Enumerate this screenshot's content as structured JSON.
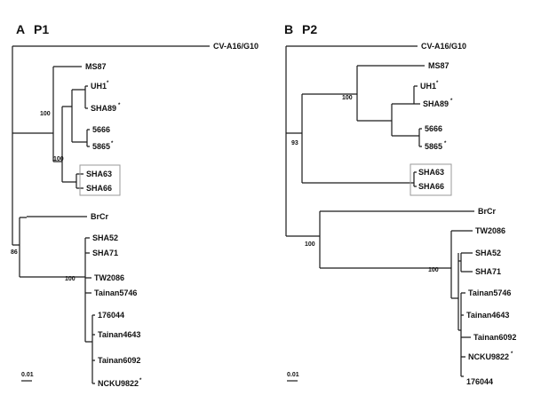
{
  "panels": [
    {
      "letter": "A",
      "title": "P1",
      "scale_label": "0.01",
      "leaves": {
        "cv": "CV-A16/G10",
        "ms87": "MS87",
        "uh1": "UH1",
        "sha89": "SHA89",
        "n5666": "5666",
        "n5865": "5865",
        "sha63": "SHA63",
        "sha66": "SHA66",
        "brcr": "BrCr",
        "sha52": "SHA52",
        "sha71": "SHA71",
        "tw2086": "TW2086",
        "tainan5746": "Tainan5746",
        "n176044": "176044",
        "tainan4643": "Tainan4643",
        "tainan6092": "Tainan6092",
        "ncku9822": "NCKU9822"
      },
      "starred": [
        "uh1",
        "sha89",
        "n5865",
        "ncku9822"
      ],
      "bootstrap": {
        "b1": "100",
        "b2": "100",
        "b3": "86",
        "b4": "100"
      }
    },
    {
      "letter": "B",
      "title": "P2",
      "scale_label": "0.01",
      "leaves": {
        "cv": "CV-A16/G10",
        "ms87": "MS87",
        "uh1": "UH1",
        "sha89": "SHA89",
        "n5666": "5666",
        "n5865": "5865",
        "sha63": "SHA63",
        "sha66": "SHA66",
        "brcr": "BrCr",
        "tw2086": "TW2086",
        "sha52": "SHA52",
        "sha71": "SHA71",
        "tainan5746": "Tainan5746",
        "tainan4643": "Tainan4643",
        "tainan6092": "Tainan6092",
        "ncku9822": "NCKU9822",
        "n176044": "176044"
      },
      "starred": [
        "uh1",
        "sha89",
        "n5865",
        "ncku9822"
      ],
      "bootstrap": {
        "b1": "100",
        "b2": "93",
        "b3": "100",
        "b4": "100"
      }
    }
  ],
  "star_symbol": "*"
}
